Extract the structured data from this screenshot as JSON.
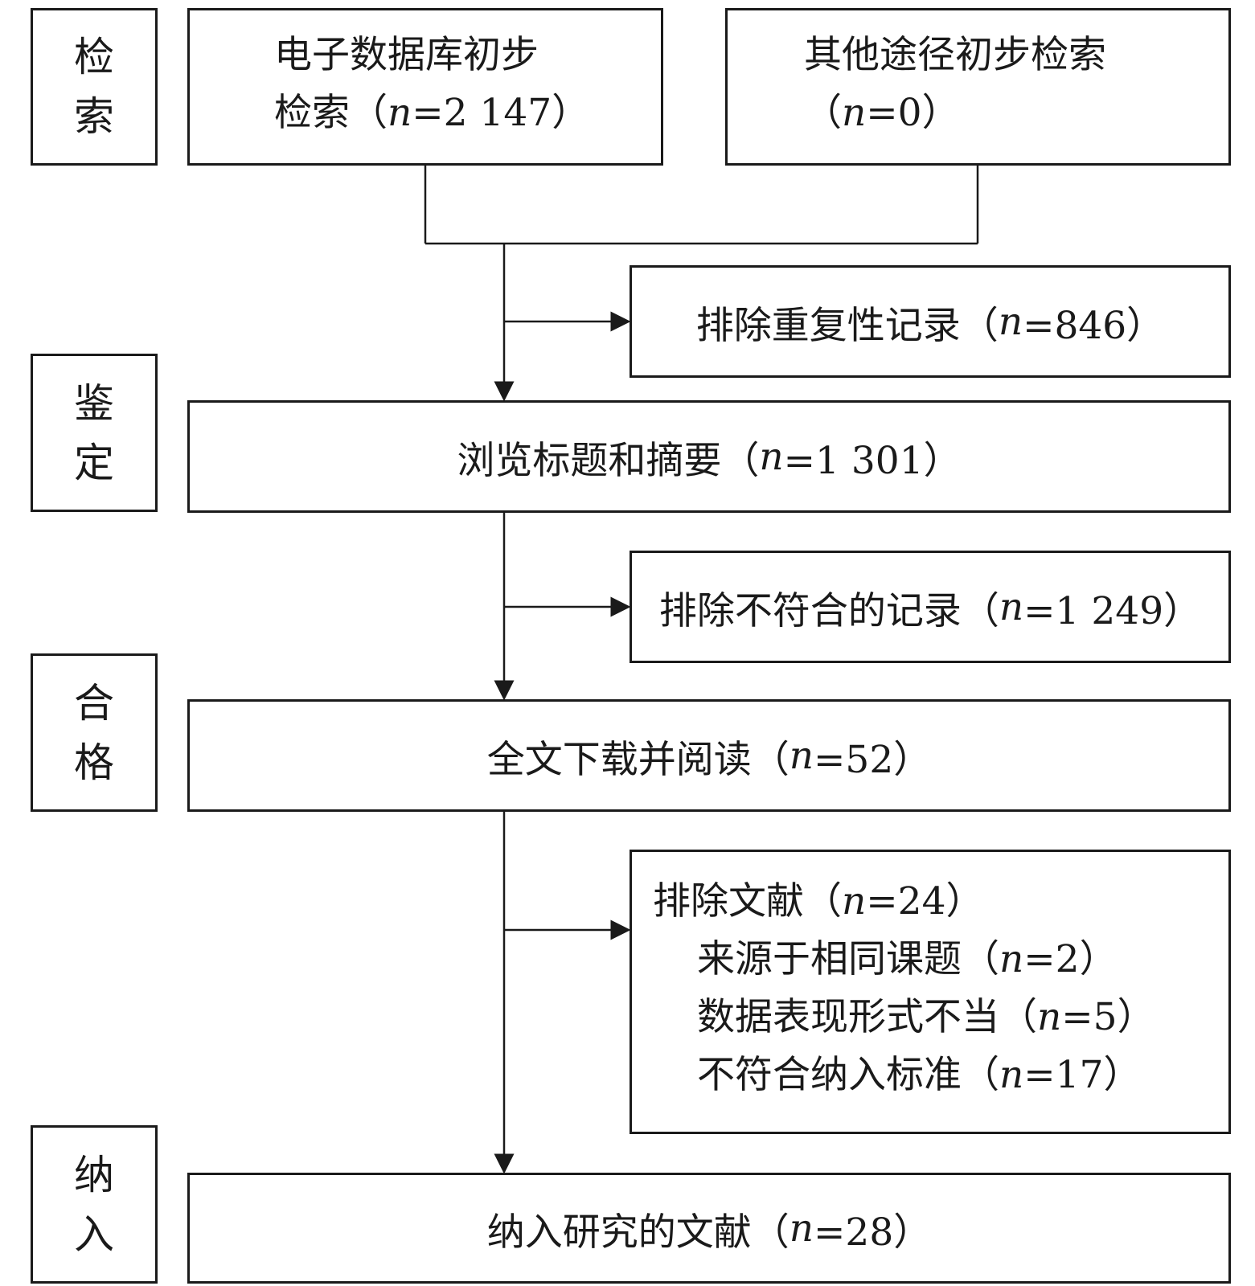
{
  "stages": {
    "search": [
      "检",
      "索"
    ],
    "identify": [
      "鉴",
      "定"
    ],
    "eligible": [
      "合",
      "格"
    ],
    "include": [
      "纳",
      "入"
    ]
  },
  "n_var": "n",
  "boxes": {
    "db_search": {
      "line1": "电子数据库初步",
      "line2_pre": "检索（",
      "line2_post": "=2 147）"
    },
    "other_search": {
      "line1": "其他途径初步检索",
      "line2_pre": "（",
      "line2_post": "=0）"
    },
    "dup_excluded": {
      "pre": "排除重复性记录（",
      "post": "=846）"
    },
    "screen": {
      "pre": "浏览标题和摘要（",
      "post": "=1 301）"
    },
    "mismatch_excluded": {
      "pre": "排除不符合的记录（",
      "post": "=1 249）"
    },
    "fulltext": {
      "pre": "全文下载并阅读（",
      "post": "=52）"
    },
    "lit_excluded": {
      "pre": "排除文献（",
      "post": "=24）",
      "reasons": [
        {
          "pre": "来源于相同课题（",
          "post": "=2）"
        },
        {
          "pre": "数据表现形式不当（",
          "post": "=5）"
        },
        {
          "pre": "不符合纳入标准（",
          "post": "=17）"
        }
      ]
    },
    "included": {
      "pre": "纳入研究的文献（",
      "post": "=28）"
    }
  }
}
